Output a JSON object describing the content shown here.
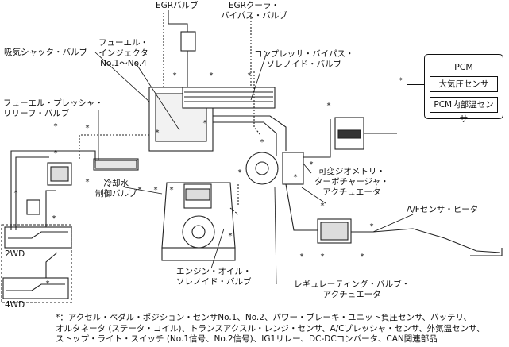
{
  "labels": {
    "egr_valve": "EGRバルブ",
    "egr_cooler_line1": "EGRクーラ・",
    "egr_cooler_line2": "バイパス・バルブ",
    "intake_shutter": "吸気シャッタ・バルブ",
    "injector_line1": "フューエル・",
    "injector_line2": "インジェクタ",
    "injector_line3": "No.1～No.4",
    "compressor_line1": "コンプレッサ・バイパス・",
    "compressor_line2": "ソレノイド・バルブ",
    "pressure_relief_line1": "フューエル・プレッシャ・",
    "pressure_relief_line2": "リリーフ・バルブ",
    "vgt_line1": "可変ジオメトリ・",
    "vgt_line2": "ターボチャージャ・",
    "vgt_line3": "アクチュエータ",
    "coolant_line1": "冷却水",
    "coolant_line2": "制御バルブ",
    "af_heater": "A/Fセンサ・ヒータ",
    "oil_line1": "エンジン・オイル・",
    "oil_line2": "ソレノイド・バルブ",
    "regulating_line1": "レギュレーティング・バルブ・",
    "regulating_line2": "アクチュエータ",
    "drive_2wd": "2WD",
    "drive_4wd": "4WD"
  },
  "pcm": {
    "title": "PCM",
    "items": [
      "大気圧センサ",
      "PCM内部温センサ"
    ],
    "marker": "*"
  },
  "footnote": {
    "line1": "*：アクセル・ペダル・ポジション・センサNo.1、No.2、パワー・ブレーキ・ユニット負圧センサ、バッテリ、",
    "line2": "オルタネータ (ステータ・コイル)、トランスアクスル・レンジ・センサ、A/Cプレッシャ・センサ、外気温センサ、",
    "line3": "ストップ・ライト・スイッチ (No.1信号、No.2信号)、IG1リレー、DC-DCコンバータ、CAN関連部品"
  }
}
